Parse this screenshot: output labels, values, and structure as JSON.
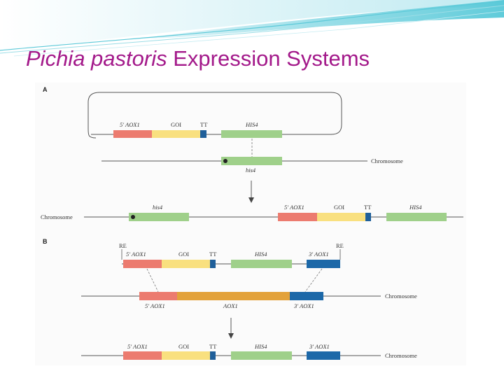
{
  "title": {
    "italic_part": "Pichia pastoris",
    "rest": " Expression Systems"
  },
  "colors": {
    "title": "#a3198a",
    "aox_5": "#ec7b6f",
    "goi": "#f9e07f",
    "tt": "#1f5f9a",
    "his": "#9fd08a",
    "aox_3": "#1c68a8",
    "aox_orange": "#e3a23a",
    "header_teal": "#4fc6d6"
  },
  "panel_a": {
    "label": "A",
    "plasmid": {
      "aox5": "5' AOX1",
      "goi": "GOI",
      "tt": "TT",
      "his": "HIS4"
    },
    "chromosome_row": {
      "gene": "his4",
      "label": "Chromosome"
    },
    "result": {
      "label": "Chromosome",
      "his_left": "his4",
      "aox5": "5' AOX1",
      "goi": "GOI",
      "tt": "TT",
      "his_right": "HIS4"
    }
  },
  "panel_b": {
    "label": "B",
    "cassette": {
      "re_left": "RE",
      "re_right": "RE",
      "aox5": "5' AOX1",
      "goi": "GOI",
      "tt": "TT",
      "his": "HIS4",
      "aox3": "3' AOX1"
    },
    "chromosome_row": {
      "aox5": "5' AOX1",
      "aox": "AOX1",
      "aox3": "3' AOX1",
      "label": "Chromosome"
    },
    "result": {
      "aox5": "5' AOX1",
      "goi": "GOI",
      "tt": "TT",
      "his": "HIS4",
      "aox3": "3' AOX1",
      "label": "Chromosome"
    }
  }
}
